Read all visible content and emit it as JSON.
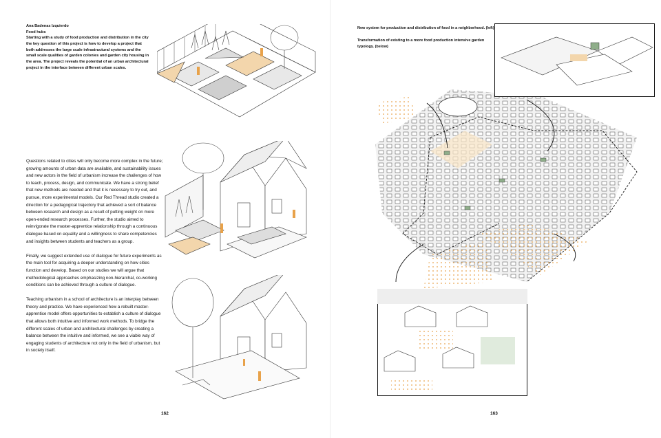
{
  "left_page": {
    "author": "Ana Badenas Izquierdo",
    "project_title": "Food hubs",
    "intro": "Starting with a study of food production and distribution in the city the key question of this project is how to develop a project that both addresses the large scale infrastructural systems and the small scale qualities of garden colonies and garden city housing in the area. The project reveals the potential of an urban architectural project in the interface between different urban scales.",
    "paragraphs": [
      "Questions related to cities will only become more complex in the future; growing amounts of urban data are available, and sustainability issues and new actors in the field of urbanism increase the challenges of how to teach, process, design, and communicate. We have a strong belief that new methods are needed and that it is necessary to try out, and pursue, more experimental models. Our Red Thread studio created a direction for a pedagogical trajectory that achieved a sort of balance between research and design as a result of putting weight on more open-ended research processes. Further, the studio aimed to reinvigorate the master-apprentice relationship through a continuous dialogue based on equality and a willingness to share competencies and insights between students and teachers as a group.",
      "Finally, we suggest extended use of dialogue for future experiments as the main tool for acquiring a deeper understanding on how cities function and develop. Based on our studies we will argue that methodological approaches emphasizing non-hierarchal, co-working conditions can be achieved through a culture of dialogue.",
      "Teaching urbanism in a school of architecture is an interplay between theory and practice. We have experienced how a rebuilt master-apprentice model offers opportunities to establish a culture of dialogue that allows both intuitive and informed work methods. To bridge the different scales of urban and architectural challenges by creating a balance between the intuitive and informed, we see a viable way of engaging students of architecture not only in the field of urbanism, but in society itself."
    ],
    "page_number": "162"
  },
  "right_page": {
    "caption_1": "New system for production and distribution of food in a neighborhood. (left)",
    "caption_2": "Transformation of existing to a more food production intensive garden typology. (below)",
    "page_number": "163"
  },
  "colors": {
    "accent_orange": "#e8a24a",
    "line": "#222222",
    "green": "#8fae8a"
  }
}
